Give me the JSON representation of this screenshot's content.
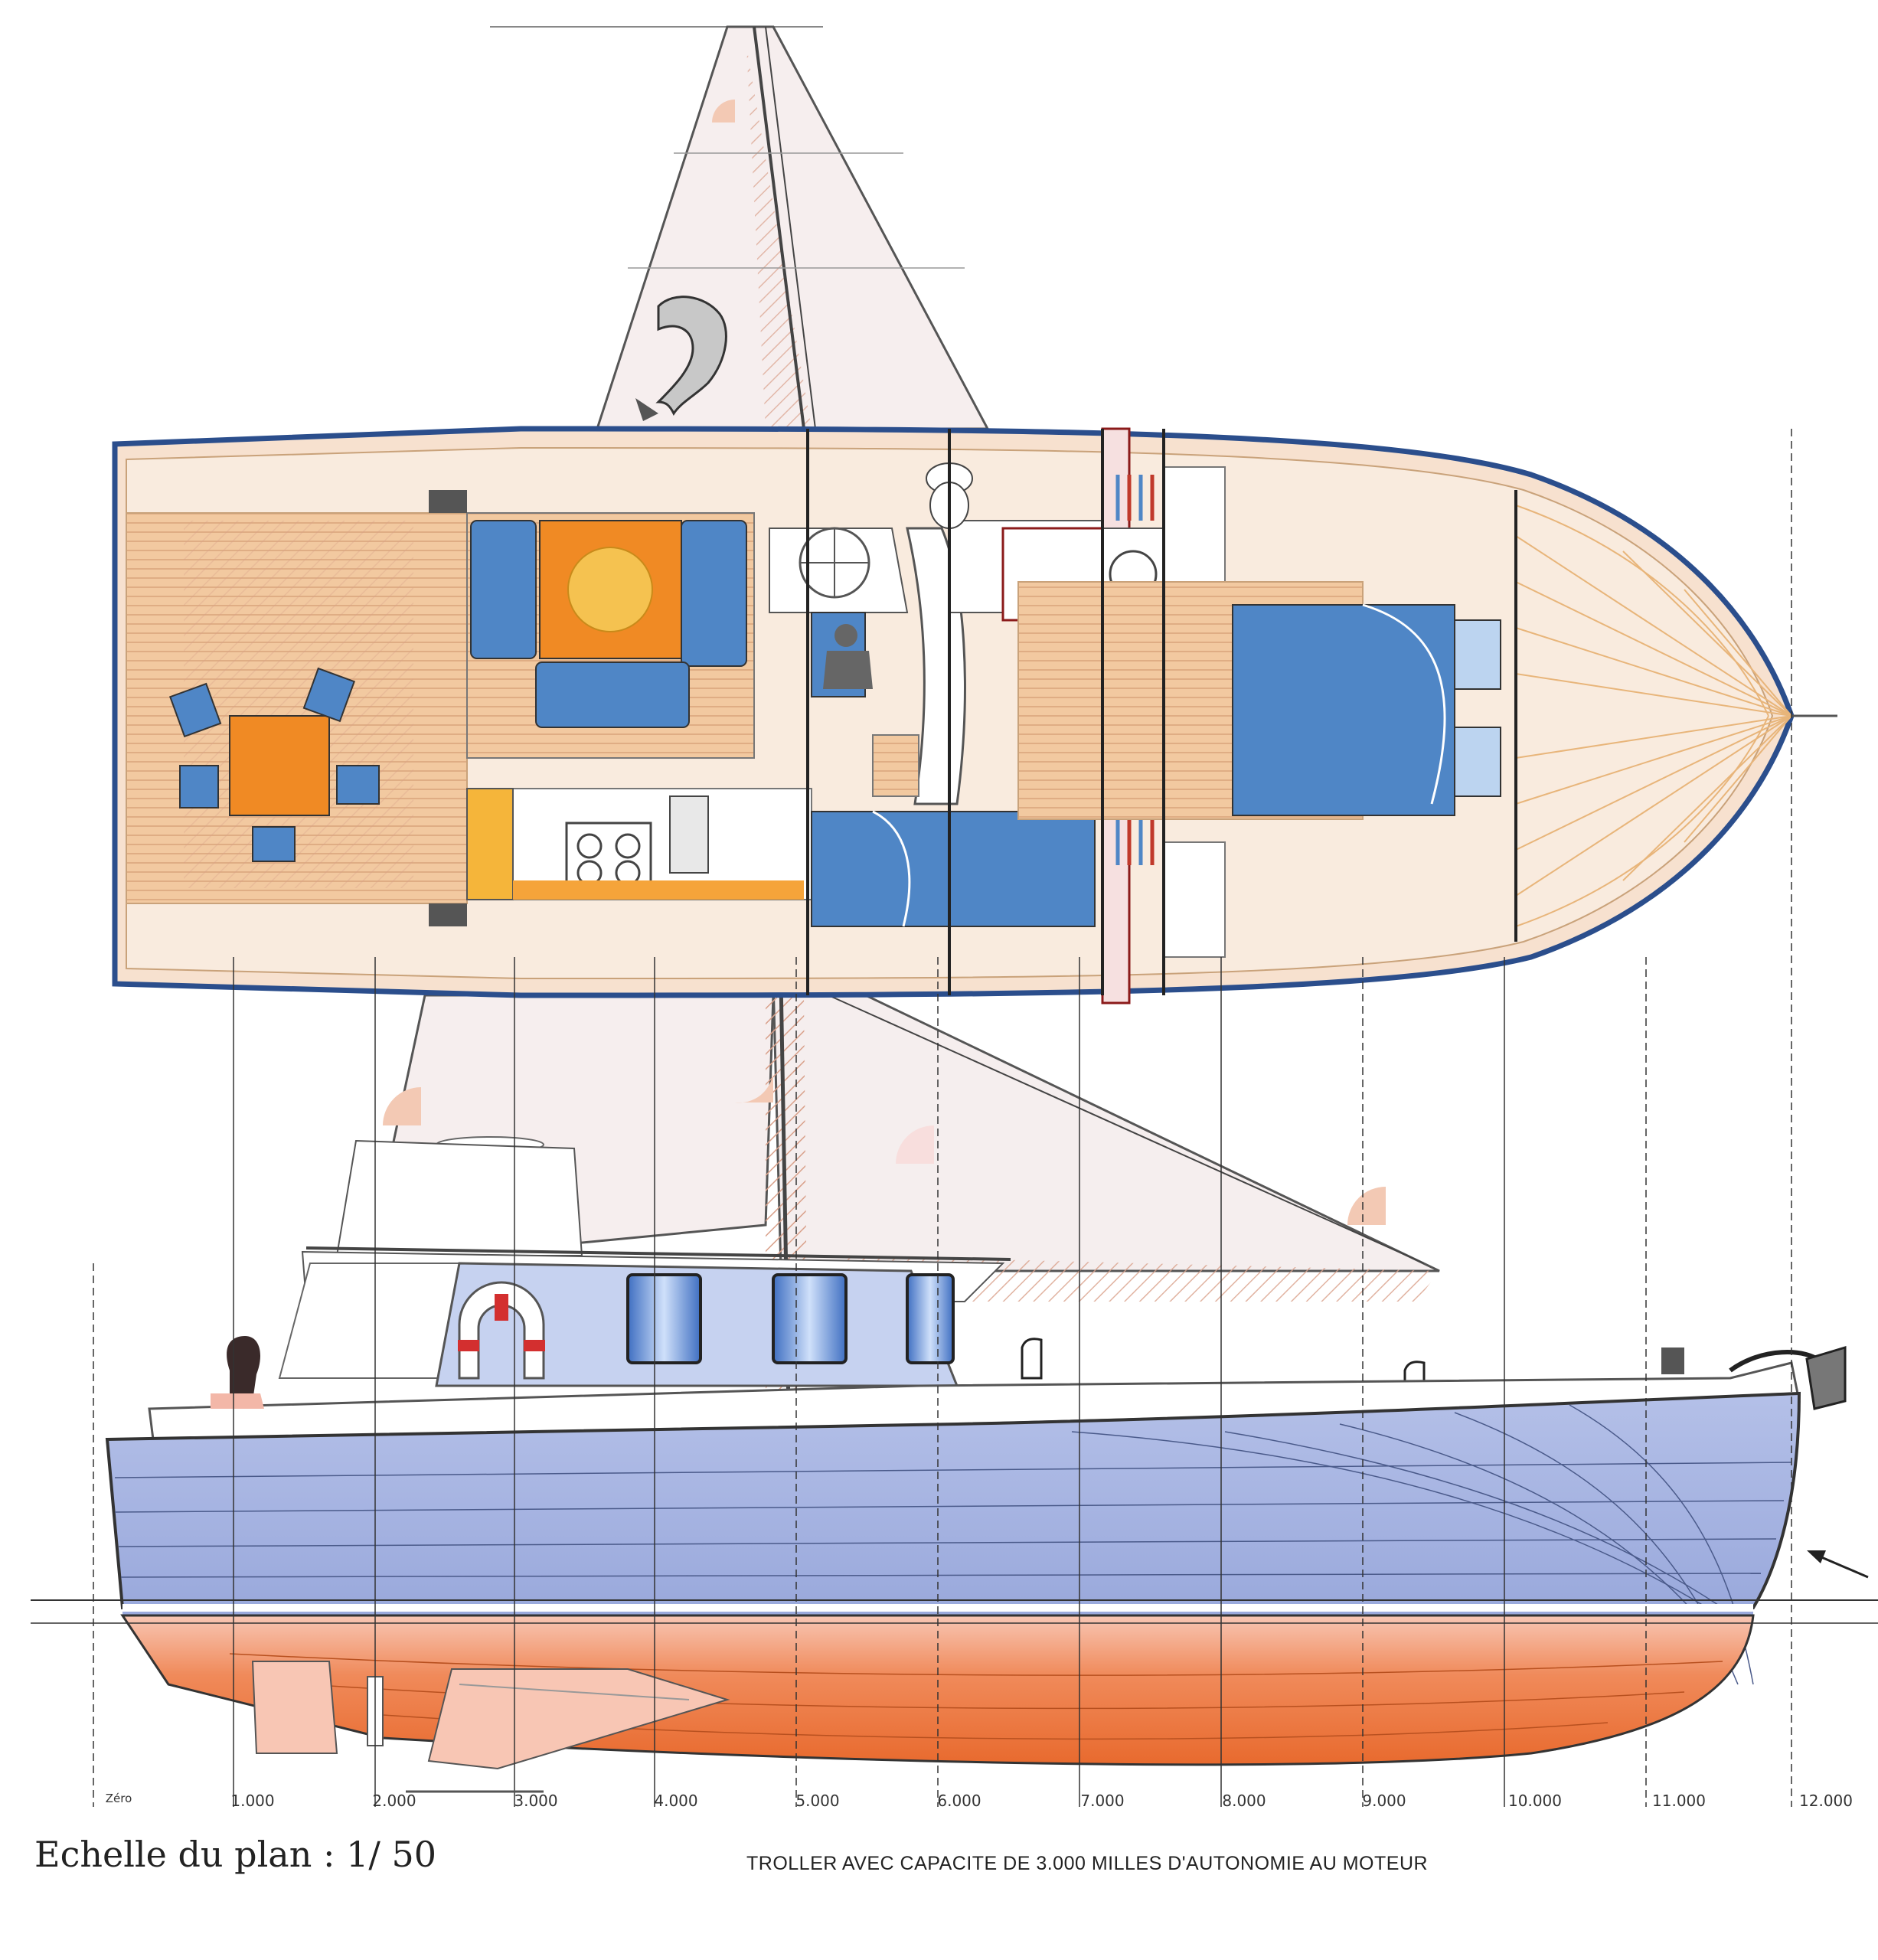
{
  "plan": {
    "scale_label": "Echelle du plan : 1/ 50",
    "subtitle": "TROLLER AVEC CAPACITE DE 3.000 MILLES D'AUTONOMIE AU MOTEUR"
  },
  "stations": {
    "labels": [
      "Zéro",
      "1.000",
      "2.000",
      "3.000",
      "4.000",
      "5.000",
      "6.000",
      "7.000",
      "8.000",
      "9.000",
      "10.000",
      "11.000",
      "12.000"
    ]
  },
  "colors": {
    "hull_topsides": "#a8b6e2",
    "antifouling": "#ef7c45",
    "deck_wood": "#f3caa4",
    "cushion_blue": "#4f86c6",
    "table_orange": "#f08a24",
    "sail": "#f6eeee",
    "outline": "#3a3a3a",
    "sheer_stripe": "#2b4e8c"
  },
  "icons": [
    "dolphin-logo-icon",
    "lifebuoy-icon",
    "person-icon",
    "anchor-icon",
    "ventilator-icon",
    "arrow-icon"
  ]
}
